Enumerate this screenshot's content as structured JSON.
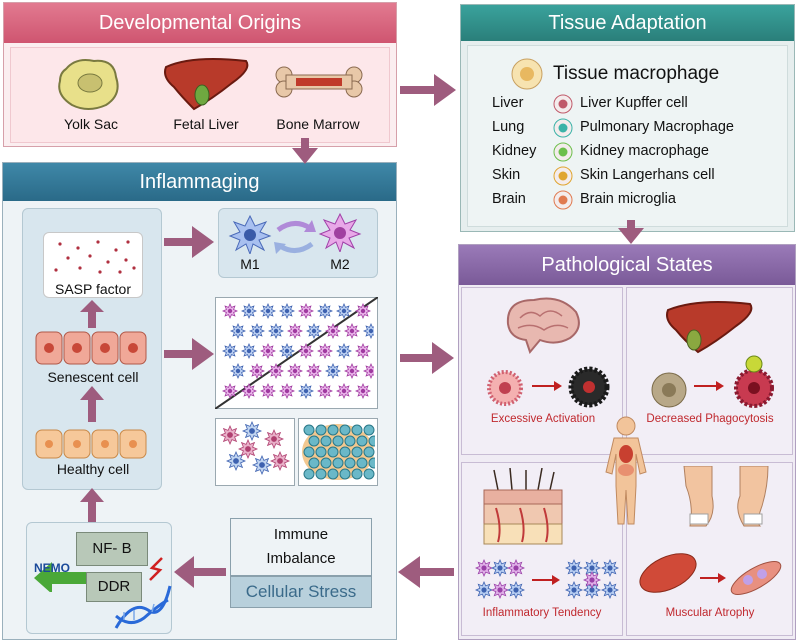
{
  "origins": {
    "title": "Developmental Origins",
    "sources": [
      "Yolk Sac",
      "Fetal Liver",
      "Bone Marrow"
    ]
  },
  "tissue": {
    "title": "Tissue Adaptation",
    "header": "Tissue macrophage",
    "rows": [
      {
        "organ": "Liver",
        "cell": "Liver Kupffer cell",
        "color": "#c05a6a"
      },
      {
        "organ": "Lung",
        "cell": "Pulmonary Macrophage",
        "color": "#3bb3a8"
      },
      {
        "organ": "Kidney",
        "cell": "Kidney macrophage",
        "color": "#6cbf4a"
      },
      {
        "organ": "Skin",
        "cell": "Skin Langerhans cell",
        "color": "#e0a530"
      },
      {
        "organ": "Brain",
        "cell": "Brain microglia",
        "color": "#e07a50"
      }
    ]
  },
  "inflammaging": {
    "title": "Inflammaging",
    "sasp": "SASP factor",
    "senescent": "Senescent cell",
    "healthy": "Healthy cell",
    "m1": "M1",
    "m2": "M2",
    "nfb": "NF- B",
    "ddr": "DDR",
    "nemo": "NEMO",
    "immune_line1": "Immune",
    "immune_line2": "Imbalance",
    "stress": "Cellular Stress"
  },
  "pathology": {
    "title": "Pathological States",
    "items": [
      "Excessive Activation",
      "Decreased Phagocytosis",
      "Inflammatory Tendency",
      "Muscular Atrophy"
    ]
  },
  "colors": {
    "origins_bar": "#d6607a",
    "tissue_bar": "#2f8f8a",
    "inflam_bar": "#2f6f8f",
    "path_bar": "#8a6aa8",
    "arrow": "#9e5c7e"
  }
}
